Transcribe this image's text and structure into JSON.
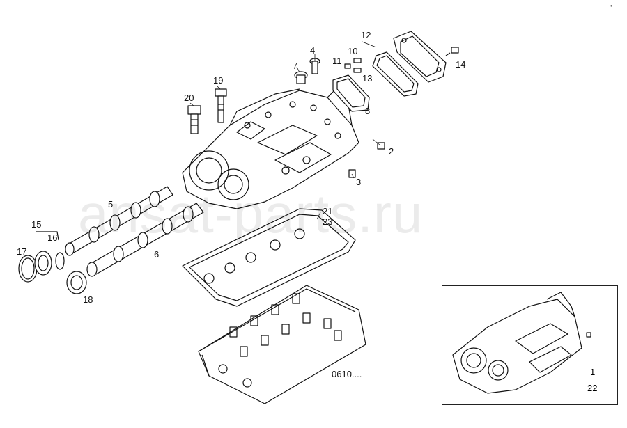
{
  "watermark": "ansat-parts.ru",
  "reference": "0610....",
  "corner_mark": "•─",
  "inset": {
    "numerator": "1",
    "denominator": "22"
  },
  "callouts": {
    "c2": "2",
    "c3": "3",
    "c4": "4",
    "c5": "5",
    "c6": "6",
    "c7": "7",
    "c8": "8",
    "c10": "10",
    "c11": "11",
    "c12": "12",
    "c13": "13",
    "c14": "14",
    "c15": "15",
    "c16": "16",
    "c17": "17",
    "c18": "18",
    "c19": "19",
    "c20": "20",
    "c21": "21",
    "c23": "23"
  }
}
